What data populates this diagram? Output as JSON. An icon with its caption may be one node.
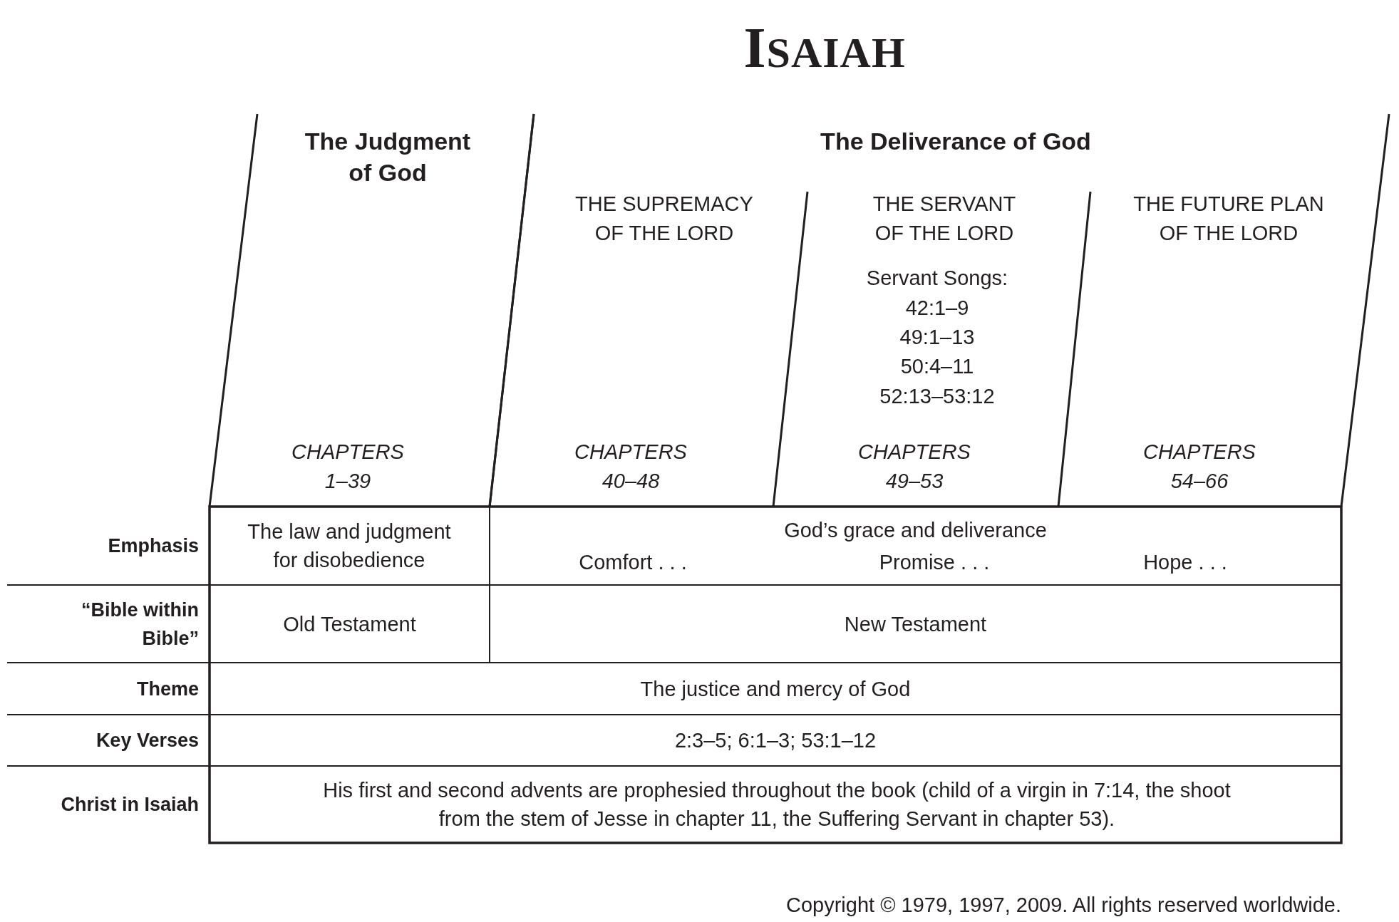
{
  "diagram": {
    "title": "ISAIAH",
    "nodes": [
      {
        "text": [
          "The Judgment of God",
          "CHAPTERS 1–39"
        ]
      },
      {
        "text": [
          "The Deliverance of God"
        ]
      },
      {
        "text": [
          "THE SUPREMACY OF THE LORD",
          "CHAPTERS 40–48"
        ],
        "in": 1
      },
      {
        "text": [
          "THE SERVANT OF THE LORD",
          "Servant Songs:",
          "42:1–9",
          "49:1–13",
          "50:4–11",
          "52:13–53:12",
          "CHAPTERS 49–53"
        ],
        "in": 1
      },
      {
        "text": [
          "THE FUTURE PLAN OF THE LORD",
          "CHAPTERS 54–66"
        ],
        "in": 1
      }
    ],
    "labels": [
      "Emphasis",
      "The law and judgment for disobedience",
      "God’s grace and deliverance",
      "Comfort . . .",
      "Promise . . .",
      "Hope . . .",
      "“Bible within Bible”",
      "Old Testament",
      "New Testament",
      "Theme",
      "The justice and mercy of God",
      "Key Verses",
      "2:3–5; 6:1–3; 53:1–12",
      "Christ in Isaiah",
      "His first and second advents are prophesied throughout the book (child of a virgin in 7:14, the shoot from the stem of Jesse in chapter 11, the Suffering Servant in chapter 53).",
      "Copyright © 1979, 1997, 2009. All rights reserved worldwide."
    ]
  }
}
